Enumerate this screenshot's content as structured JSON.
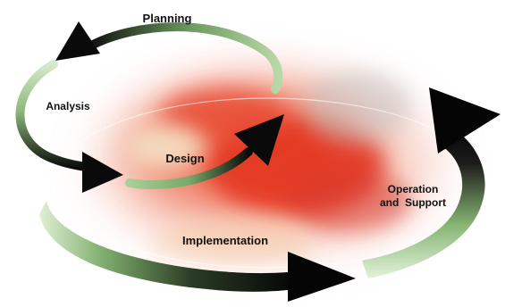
{
  "diagram": {
    "stages": [
      {
        "label": "Planning"
      },
      {
        "label": "Analysis"
      },
      {
        "label": "Design"
      },
      {
        "label": "Implementation"
      },
      {
        "label_line1": "Operation",
        "label_line2": "and  Support"
      }
    ],
    "colors": {
      "arrow_dark": "#0a0a0a",
      "ring_green": "#7fae6e",
      "ring_green_light": "#d8ead0",
      "blur_red": "#e8402a",
      "blur_pink": "#f3b7a8",
      "background": "#ffffff"
    }
  }
}
